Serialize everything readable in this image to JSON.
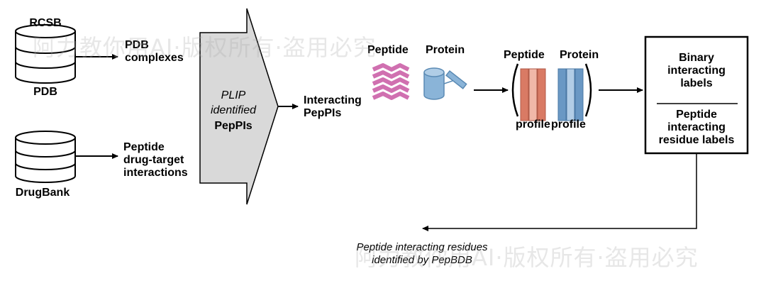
{
  "sources": {
    "rcsb_top": "RCSB",
    "rcsb_bottom": "PDB",
    "drugbank": "DrugBank"
  },
  "inputs": {
    "pdb_complexes": [
      "PDB",
      "complexes"
    ],
    "peptide_drug_target": [
      "Peptide",
      "drug-target",
      "interactions"
    ]
  },
  "plip_block": {
    "line1": "PLIP",
    "line2": "identified",
    "line3": "PepPIs"
  },
  "interacting": [
    "Interacting",
    "PepPIs"
  ],
  "structure_labels": {
    "peptide": "Peptide",
    "protein": "Protein"
  },
  "profile_labels": {
    "peptide_top": "Peptide",
    "protein_top": "Protein",
    "peptide_bottom": "profile",
    "protein_bottom": "profile"
  },
  "output_box": {
    "binary": [
      "Binary",
      "interacting",
      "labels"
    ],
    "residue": [
      "Peptide",
      "interacting",
      "residue labels"
    ]
  },
  "feedback": [
    "Peptide interacting residues",
    "identified by PepBDB"
  ],
  "watermark": "阿力教你用AI·版权所有·盗用必究",
  "colors": {
    "peptide_ribbon": "#d070b0",
    "protein_cylinder": "#8ab4d8",
    "peptide_bar_dark": "#d97a64",
    "peptide_bar_light": "#f0b8a8",
    "protein_bar_dark": "#6a98c4",
    "protein_bar_light": "#b2cde6",
    "plip_fill": "#d9d9d9"
  }
}
